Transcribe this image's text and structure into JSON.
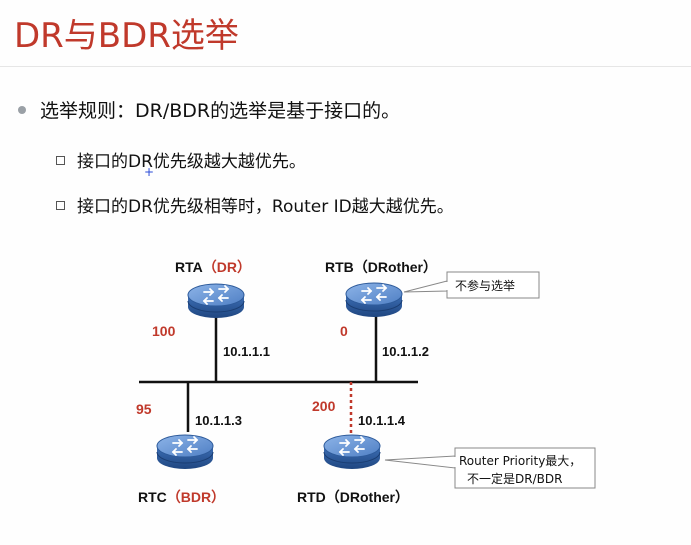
{
  "slide": {
    "title": "DR与BDR选举",
    "bullet_main": "选举规则：DR/BDR的选举是基于接口的。",
    "sub_bullets": [
      "接口的DR优先级越大越优先。",
      "接口的DR优先级相等时，Router ID越大越优先。"
    ]
  },
  "routers": [
    {
      "name": "RTA",
      "role": "DR",
      "priority": "100",
      "ip": "10.1.1.1"
    },
    {
      "name": "RTB",
      "role": "DRother",
      "priority": "0",
      "ip": "10.1.1.2"
    },
    {
      "name": "RTC",
      "role": "BDR",
      "priority": "95",
      "ip": "10.1.1.3"
    },
    {
      "name": "RTD",
      "role": "DRother",
      "priority": "200",
      "ip": "10.1.1.4"
    }
  ],
  "callouts": {
    "rtb": "不参与选举",
    "rtd_line1": "Router Priority最大，",
    "rtd_line2": "不一定是DR/BDR"
  },
  "colors": {
    "title": "#c0392b",
    "priority": "#c0392b",
    "role": "#c0392b",
    "router_body": "#2f5c9e",
    "router_top": "#6e9ad6"
  },
  "icons": {
    "router": "router-icon",
    "bullet": "bullet-dot-icon",
    "sub_bullet": "bullet-square-icon"
  }
}
